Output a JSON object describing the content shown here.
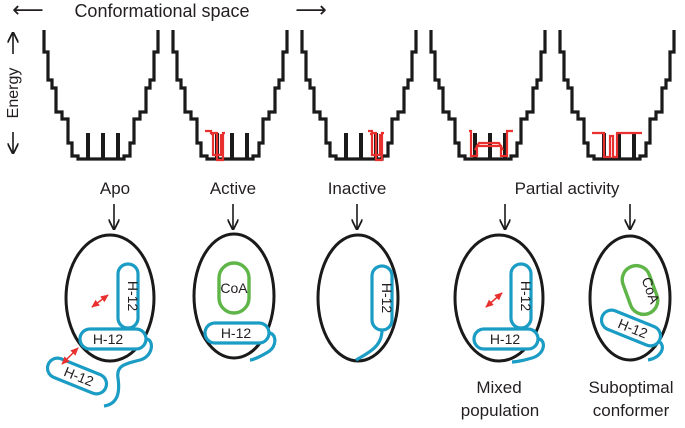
{
  "header": {
    "axis_left_arrow": "⟵",
    "title": "Conformational space",
    "axis_right_arrow": "⟶",
    "y_label": "Energy"
  },
  "states": [
    {
      "label": "Apo"
    },
    {
      "label": "Active"
    },
    {
      "label": "Inactive"
    },
    {
      "label": "Partial activity"
    }
  ],
  "cells": {
    "apo": {
      "helix_labels": [
        "H-12",
        "H-12",
        "H-12"
      ]
    },
    "active": {
      "coactivator": "CoA",
      "helix": "H-12"
    },
    "inactive": {
      "helix": "H-12"
    },
    "mixed": {
      "helix_labels": [
        "H-12",
        "H-12"
      ],
      "caption_line1": "Mixed",
      "caption_line2": "population"
    },
    "suboptimal": {
      "coactivator": "CoA",
      "helix": "H-12",
      "caption_line1": "Suboptimal",
      "caption_line2": "conformer"
    }
  },
  "colors": {
    "helix": "#1a9cc4",
    "coactivator": "#5fb548",
    "highlight": "#e8312f",
    "ink": "#1a1a1a"
  }
}
